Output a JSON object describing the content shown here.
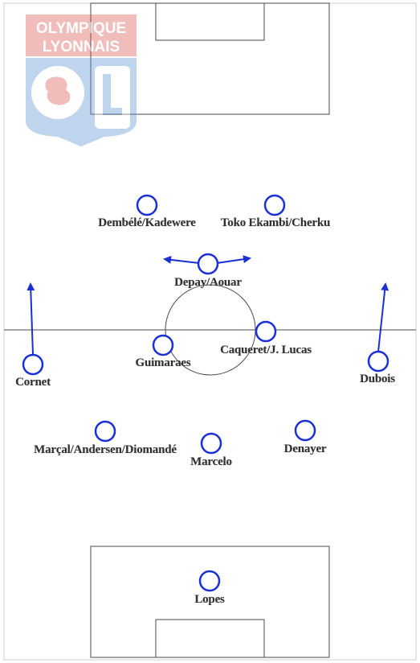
{
  "club": {
    "logo_text_line1": "OLYMPIQUE",
    "logo_text_line2": "LYONNAIS",
    "logo_letters": "OL"
  },
  "colors": {
    "marker": "#1a2fd6",
    "arrow": "#1a2fd6",
    "pitch_line": "#4a4a4a",
    "label": "#2f2f2f",
    "logo_red": "#d9534f",
    "logo_blue": "#5a8fd0"
  },
  "players": [
    {
      "id": "st-left",
      "label": "Dembélé/Kadewere"
    },
    {
      "id": "st-right",
      "label": "Toko Ekambi/Cherku"
    },
    {
      "id": "cam",
      "label": "Depay/Aouar"
    },
    {
      "id": "cm-left",
      "label": "Guimaraes"
    },
    {
      "id": "cm-right",
      "label": "Caqueret/J. Lucas"
    },
    {
      "id": "lwb",
      "label": "Cornet"
    },
    {
      "id": "rwb",
      "label": "Dubois"
    },
    {
      "id": "cb-left",
      "label": "Marçal/Andersen/Diomandé"
    },
    {
      "id": "cb-center",
      "label": "Marcelo"
    },
    {
      "id": "cb-right",
      "label": "Denayer"
    },
    {
      "id": "gk",
      "label": "Lopes"
    }
  ]
}
